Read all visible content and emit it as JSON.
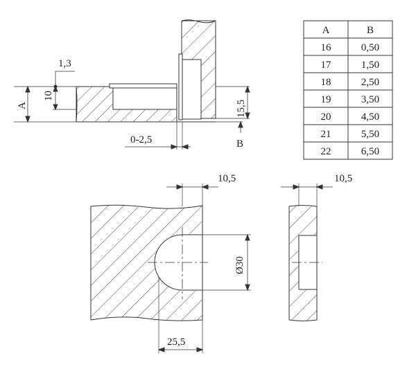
{
  "table": {
    "headers": [
      "A",
      "B"
    ],
    "rows": [
      [
        "16",
        "0,50"
      ],
      [
        "17",
        "1,50"
      ],
      [
        "18",
        "2,50"
      ],
      [
        "19",
        "3,50"
      ],
      [
        "20",
        "4,50"
      ],
      [
        "21",
        "5,50"
      ],
      [
        "22",
        "6,50"
      ]
    ]
  },
  "dimensions": {
    "d_1_3": "1,3",
    "d_10": "10",
    "d_A": "A",
    "d_15_5": "15,5",
    "d_0_2_5": "0-2,5",
    "d_B": "B",
    "d_10_5_left": "10,5",
    "d_10_5_right": "10,5",
    "d_diam30": "Ø30",
    "d_25_5": "25,5"
  },
  "colors": {
    "line": "#333333",
    "hatch": "#444444",
    "background": "#ffffff"
  }
}
